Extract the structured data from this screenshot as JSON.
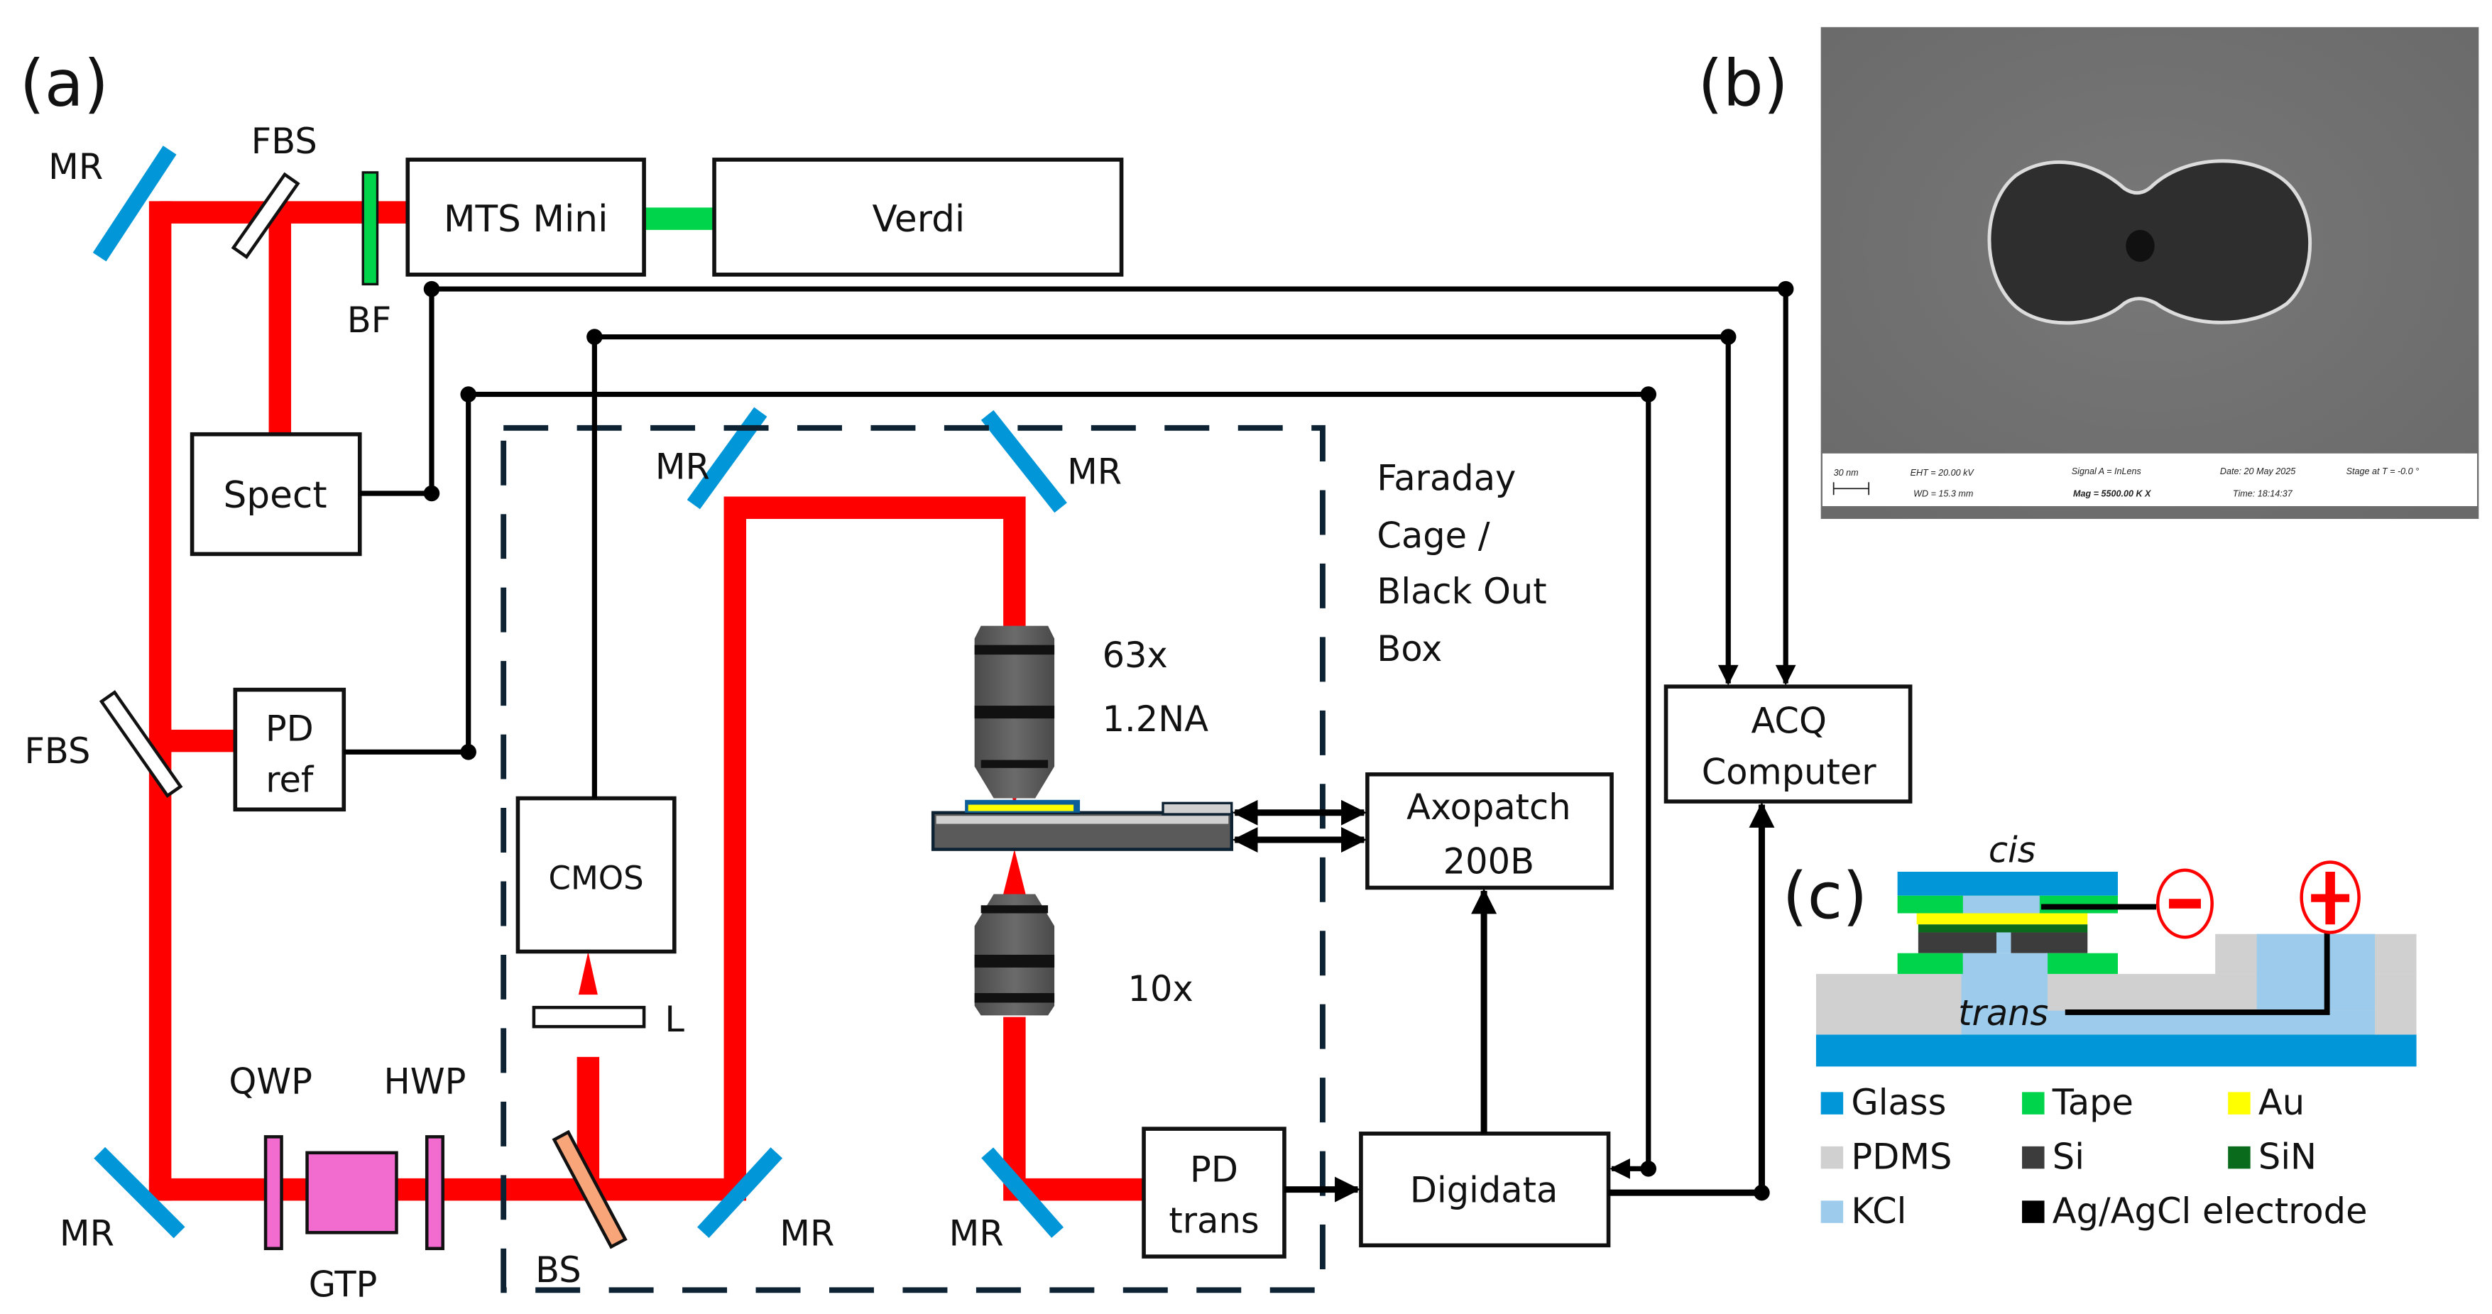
{
  "panels": {
    "a": "(a)",
    "b": "(b)",
    "c": "(c)"
  },
  "colors": {
    "beam_red": "#ff0000",
    "beam_green": "#00d44a",
    "mirror_blue": "#0096d8",
    "bs_orange": "#f8a57a",
    "waveplate_pink": "#f26bcf",
    "dashed_box": "#0d2233",
    "glass": "#0096d8",
    "tape": "#00d44a",
    "au": "#ffff00",
    "pdms": "#d0d0d0",
    "si": "#3c3c3c",
    "sin": "#0a6b1c",
    "kcl": "#9ccbec",
    "electrode": "#000000"
  },
  "setup": {
    "components": {
      "mts_mini": "MTS Mini",
      "verdi": "Verdi",
      "spect": "Spect",
      "pd_ref_line1": "PD",
      "pd_ref_line2": "ref",
      "cmos": "CMOS",
      "pd_trans_line1": "PD",
      "pd_trans_line2": "trans",
      "axopatch_line1": "Axopatch",
      "axopatch_line2": "200B",
      "digidata": "Digidata",
      "acq_line1": "ACQ",
      "acq_line2": "Computer"
    },
    "optics_labels": {
      "mr": "MR",
      "fbs": "FBS",
      "bf": "BF",
      "qwp": "QWP",
      "hwp": "HWP",
      "gtp": "GTP",
      "bs": "BS",
      "lens": "L",
      "obj_top_line1": "63x",
      "obj_top_line2": "1.2NA",
      "obj_bottom": "10x"
    },
    "enclosure_label": [
      "Faraday",
      "Cage /",
      "Black Out",
      "Box"
    ]
  },
  "sem_image": {
    "scale_bar": "30 nm",
    "eht": "EHT = 20.00 kV",
    "wd": "WD = 15.3 mm",
    "signal": "Signal A = InLens",
    "mag": "Mag = 5500.00 K X",
    "date": "Date: 20 May 2025",
    "time": "Time: 18:14:37",
    "stage": "Stage at T =  -0.0 °"
  },
  "cell": {
    "cis": "cis",
    "trans": "trans",
    "minus": "−",
    "plus": "+",
    "legend": [
      {
        "label": "Glass",
        "color": "#0096d8"
      },
      {
        "label": "Tape",
        "color": "#00d44a"
      },
      {
        "label": "Au",
        "color": "#ffff00"
      },
      {
        "label": "PDMS",
        "color": "#d0d0d0"
      },
      {
        "label": "Si",
        "color": "#3c3c3c"
      },
      {
        "label": "SiN",
        "color": "#0a6b1c"
      },
      {
        "label": "KCl",
        "color": "#9ccbec"
      },
      {
        "label": "Ag/AgCl electrode",
        "color": "#000000"
      }
    ]
  }
}
